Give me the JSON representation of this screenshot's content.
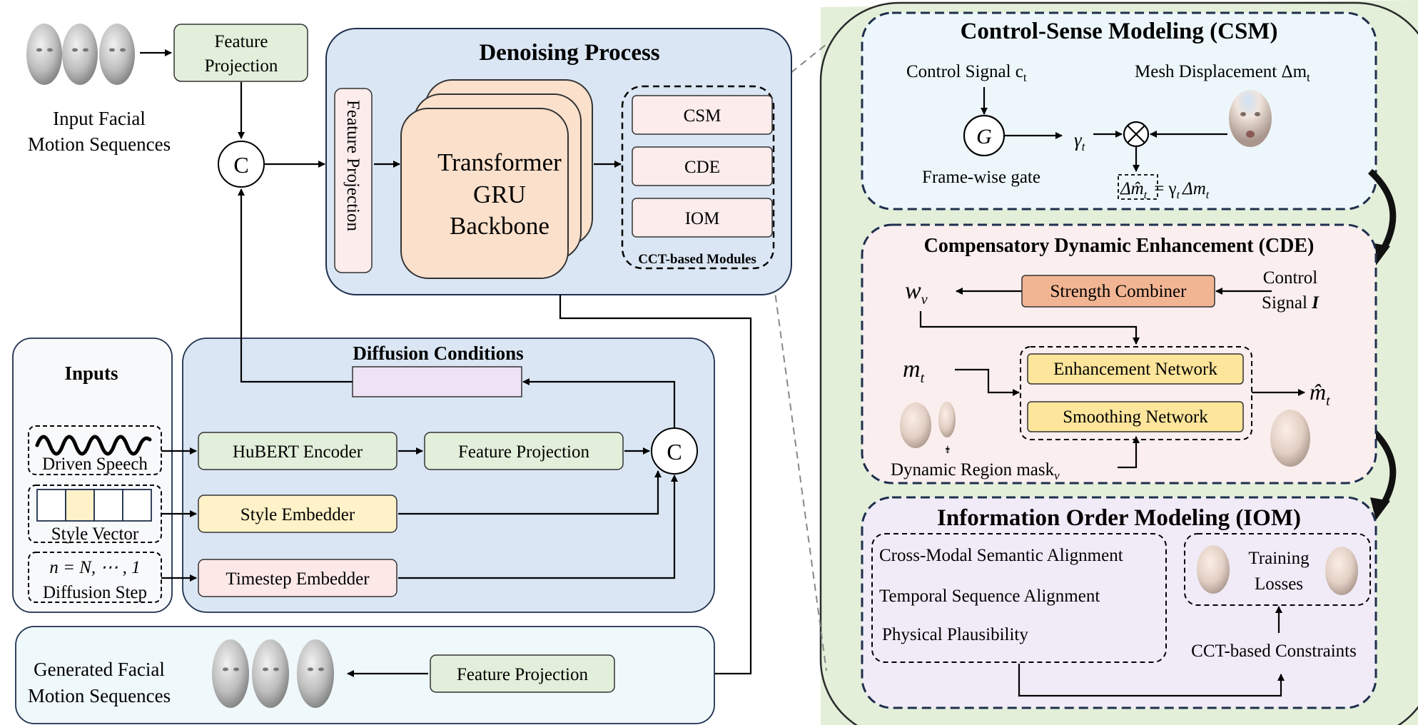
{
  "left": {
    "input_label_1": "Input Facial",
    "input_label_2": "Motion Sequences",
    "feature_projection_top_1": "Feature",
    "feature_projection_top_2": "Projection",
    "concat_symbol": "C",
    "denoising": {
      "title": "Denoising Process",
      "feature_projection_vertical": "Feature  Projection",
      "backbone_1": "Transformer",
      "backbone_2": "GRU",
      "backbone_3": "Backbone",
      "modules": [
        "CSM",
        "CDE",
        "IOM"
      ],
      "modules_caption": "CCT-based Modules"
    },
    "inputs": {
      "title": "Inputs",
      "driven_speech": "Driven Speech",
      "style_vector": "Style Vector",
      "diffusion_step_formula": "n = N, ⋯ , 1",
      "diffusion_step": "Diffusion Step"
    },
    "conditions": {
      "title": "Diffusion Conditions",
      "hubert": "HuBERT Encoder",
      "feature_projection": "Feature Projection",
      "style_embedder": "Style Embedder",
      "timestep_embedder": "Timestep Embedder",
      "concat_symbol": "C"
    },
    "output": {
      "label_1": "Generated Facial",
      "label_2": "Motion Sequences",
      "feature_projection": "Feature Projection"
    }
  },
  "right": {
    "csm": {
      "title": "Control-Sense Modeling (CSM)",
      "control_signal": "Control Signal c",
      "control_signal_sub": "t",
      "mesh_displacement": "Mesh Displacement Δm",
      "mesh_displacement_sub": "t",
      "gate_symbol": "G",
      "gate_label": "Frame-wise gate",
      "gamma": "γ",
      "gamma_sub": "t",
      "otimes": "⊗",
      "equation_lhs": "Δm̂",
      "equation_lhs_sub": "t",
      "equation_rhs": "= γ",
      "equation_rhs_sub1": "t",
      "equation_rhs_mid": "Δm",
      "equation_rhs_sub2": "t"
    },
    "cde": {
      "title": "Compensatory Dynamic Enhancement (CDE)",
      "w_v": "w",
      "w_v_sub": "v",
      "strength_combiner": "Strength Combiner",
      "control_signal_1": "Control",
      "control_signal_2": "Signal ",
      "control_signal_I": "I",
      "m_t": "m",
      "m_t_sub": "t",
      "enhancement_network": "Enhancement Network",
      "smoothing_network": "Smoothing Network",
      "m_hat": "m̂",
      "m_hat_sub": "t",
      "region_mask": "Dynamic Region mask",
      "region_mask_sub": "v"
    },
    "iom": {
      "title": "Information Order Modeling (IOM)",
      "items": [
        "Cross-Modal Semantic Alignment",
        "Temporal Sequence Alignment",
        "Physical Plausibility"
      ],
      "training_1": "Training",
      "training_2": "Losses",
      "constraints": "CCT-based Constraints"
    }
  },
  "colors": {
    "green_panel": "#e3efd9",
    "blue_panel": "#dae6f4",
    "feature_green": "#e2efda",
    "backbone_orange": "#fbe0cb",
    "module_pink": "#fdecec",
    "style_yellow": "#fff2c8",
    "timestep_pink": "#fde8e8",
    "strength_orange": "#f2b593",
    "network_yellow": "#fde59b",
    "purple_bar": "#ede3f5",
    "csm_bg": "#edf7fb",
    "cde_bg": "#fbeeee",
    "iom_bg": "#f1ebf8",
    "output_bg": "#eff8fb"
  }
}
